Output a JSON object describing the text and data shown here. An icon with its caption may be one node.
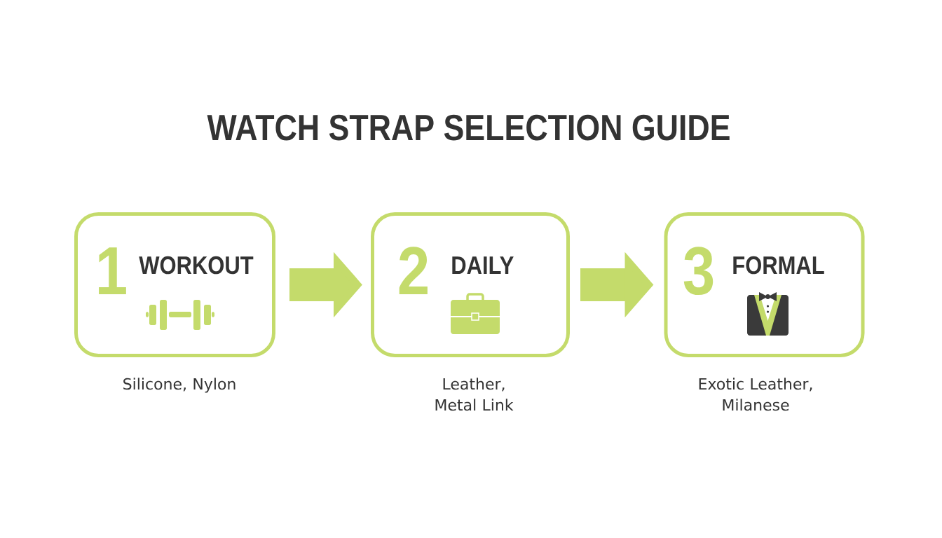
{
  "diagram": {
    "title": "WATCH STRAP SELECTION GUIDE",
    "nodes": [
      {
        "text": [
          "1",
          "WORKOUT"
        ],
        "beside": [
          "Silicone, Nylon"
        ]
      },
      {
        "text": [
          "2",
          "DAILY"
        ],
        "beside": [
          "Leather, Metal Link"
        ]
      },
      {
        "text": [
          "3",
          "FORMAL"
        ],
        "beside": [
          "Exotic Leather, Milanese"
        ]
      }
    ],
    "edges": [
      {
        "from": 0,
        "to": 1,
        "arrow": "to"
      },
      {
        "from": 1,
        "to": 2,
        "arrow": "to"
      }
    ]
  }
}
